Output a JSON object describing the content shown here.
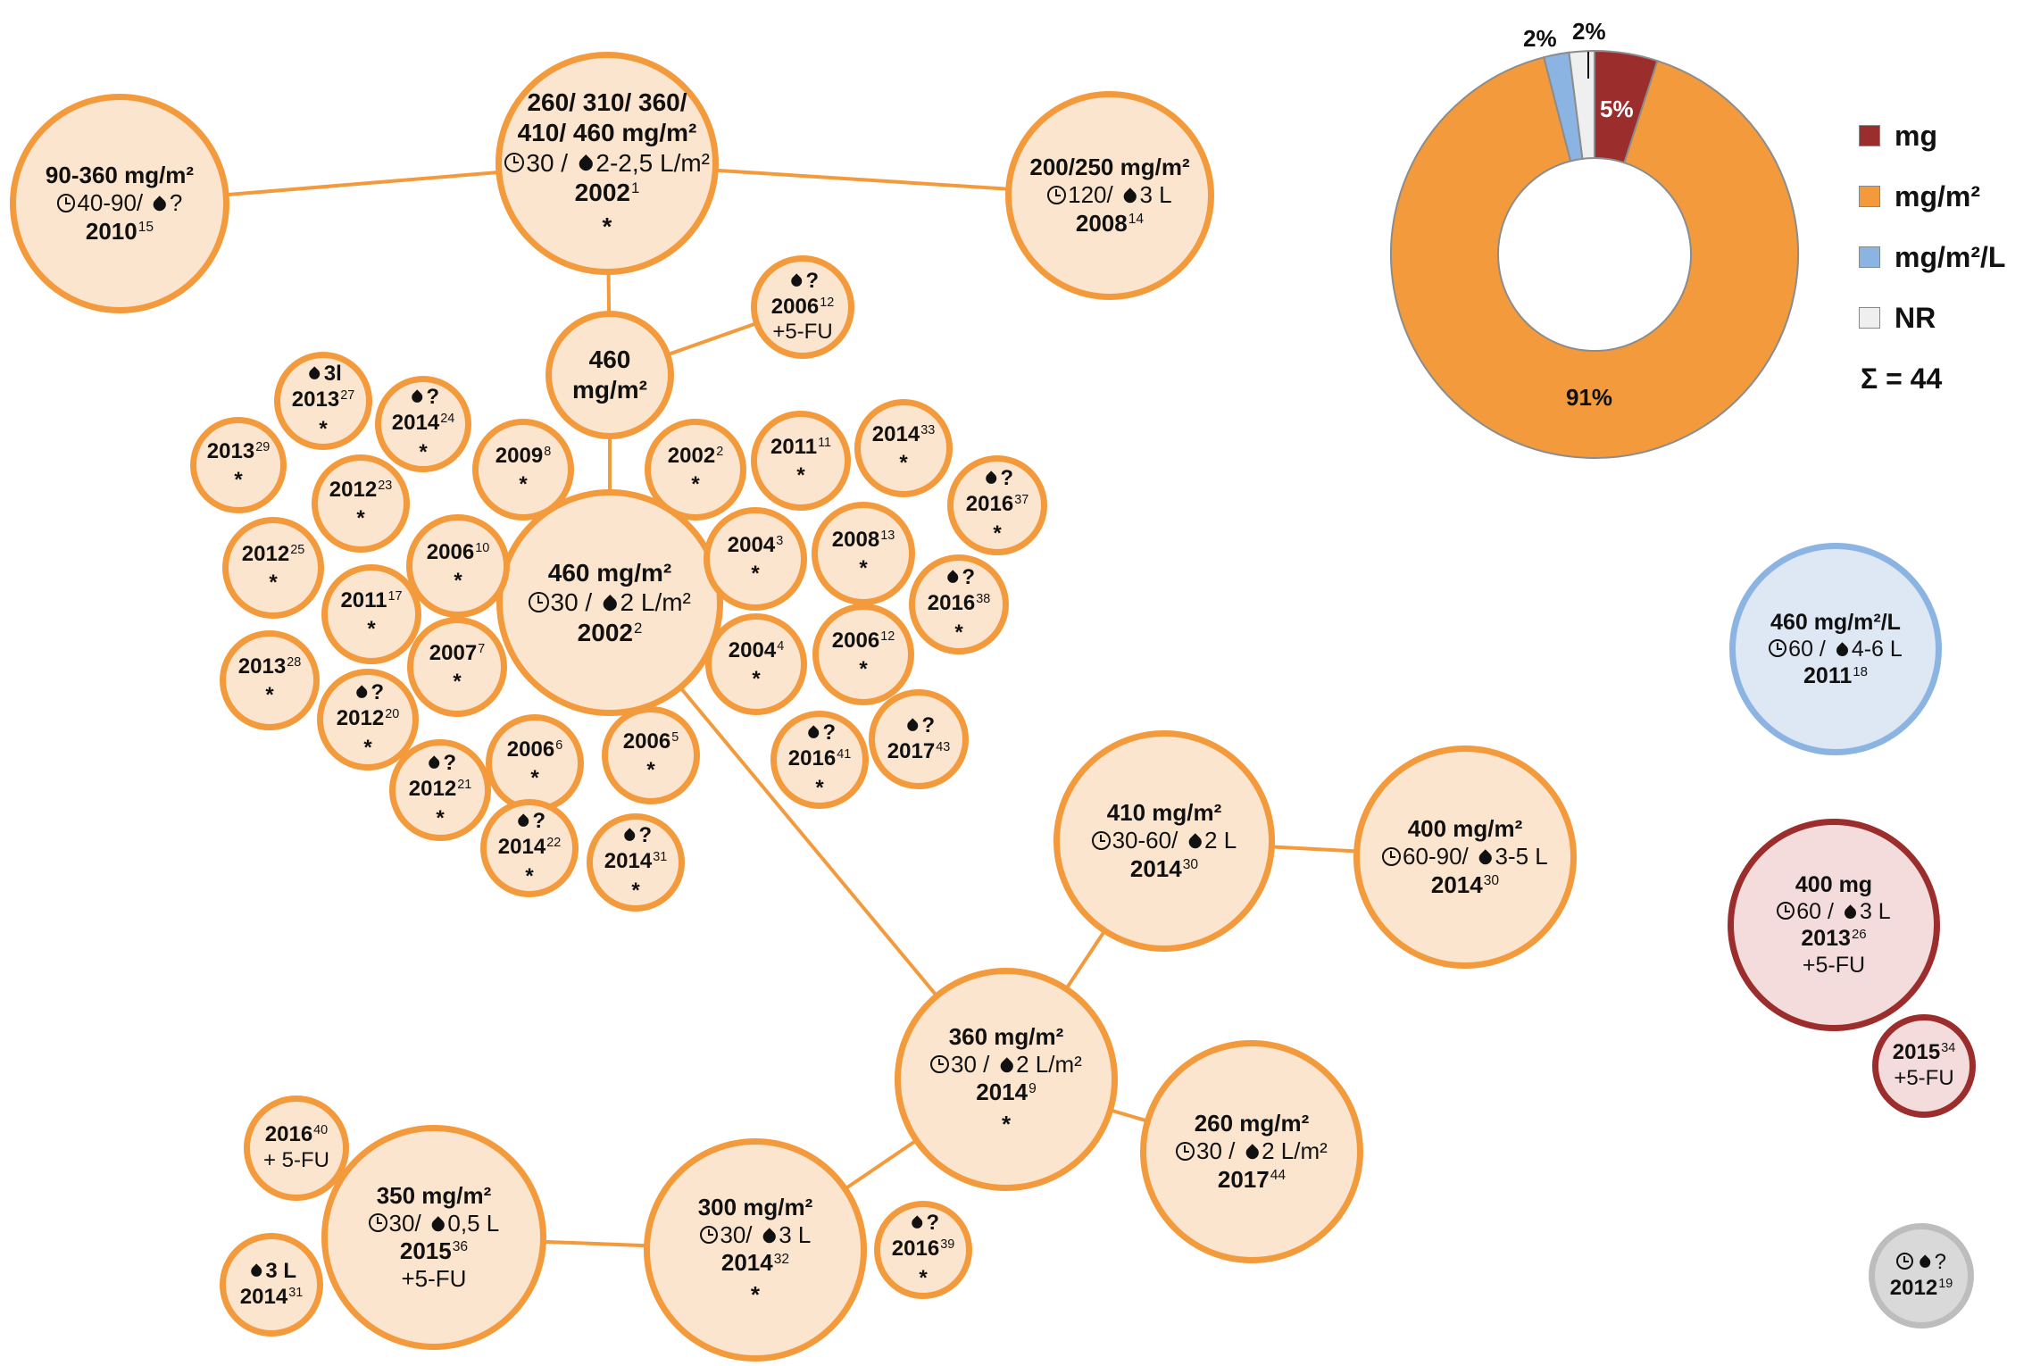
{
  "colors": {
    "mg": "#9b2d2d",
    "mgm2": "#f29a3c",
    "mgm2L": "#8cb4e2",
    "NR": "#efefef"
  },
  "icons": {
    "time": "clock-icon",
    "volume": "drop-icon"
  },
  "bubbles": [
    {
      "id": "b_top",
      "lines": [
        [
          "b",
          "260/ 310/ 360/"
        ],
        [
          "b",
          "410/ 460 mg/m²"
        ],
        [
          "",
          "",
          "t",
          "30 / ",
          "d",
          "2-2,5 L/m²"
        ],
        [
          "b",
          "2002",
          "1"
        ]
      ],
      "star": true
    },
    {
      "id": "b_left_top",
      "lines": [
        [
          "b",
          "90-360 mg/m²"
        ],
        [
          "",
          "",
          "t",
          "40-90/ ",
          "d",
          "?"
        ],
        [
          "b",
          "2010",
          "15"
        ]
      ],
      "star": false
    },
    {
      "id": "b_right_top",
      "lines": [
        [
          "b",
          "200/250 mg/m²"
        ],
        [
          "",
          "",
          "t",
          "120/ ",
          "d",
          "3 L"
        ],
        [
          "b",
          "2008",
          "14"
        ]
      ],
      "star": false
    },
    {
      "id": "b_2006_12a",
      "lines": [
        [
          "b",
          "",
          "d",
          "?"
        ],
        [
          "b",
          "2006",
          "12"
        ],
        [
          "",
          "+5-FU"
        ]
      ],
      "star": false
    },
    {
      "id": "b_460",
      "lines": [
        [
          "b",
          "460"
        ],
        [
          "b",
          "mg/m²"
        ]
      ],
      "star": false
    },
    {
      "id": "b_center",
      "lines": [
        [
          "b",
          "460 mg/m²"
        ],
        [
          "",
          "",
          "t",
          "30 / ",
          "d",
          "2 L/m²"
        ],
        [
          "b",
          "2002",
          "2"
        ]
      ],
      "star": false
    },
    {
      "id": "b_2013_27",
      "lines": [
        [
          "b",
          "",
          "d",
          "3l"
        ],
        [
          "b",
          "2013",
          "27"
        ]
      ],
      "star": true
    },
    {
      "id": "b_2014_24",
      "lines": [
        [
          "b",
          "",
          "d",
          "?"
        ],
        [
          "b",
          "2014",
          "24"
        ]
      ],
      "star": true
    },
    {
      "id": "b_2013_29",
      "lines": [
        [
          "b",
          "2013",
          "29"
        ]
      ],
      "star": true
    },
    {
      "id": "b_2012_23",
      "lines": [
        [
          "b",
          "2012",
          "23"
        ]
      ],
      "star": true
    },
    {
      "id": "b_2009_8",
      "lines": [
        [
          "b",
          "2009",
          "8"
        ]
      ],
      "star": true
    },
    {
      "id": "b_2012_25",
      "lines": [
        [
          "b",
          "2012",
          "25"
        ]
      ],
      "star": true
    },
    {
      "id": "b_2006_10",
      "lines": [
        [
          "b",
          "2006",
          "10"
        ]
      ],
      "star": true
    },
    {
      "id": "b_2011_17",
      "lines": [
        [
          "b",
          "2011",
          "17"
        ]
      ],
      "star": true
    },
    {
      "id": "b_2013_28",
      "lines": [
        [
          "b",
          "2013",
          "28"
        ]
      ],
      "star": true
    },
    {
      "id": "b_2012_20",
      "lines": [
        [
          "b",
          "",
          "d",
          "?"
        ],
        [
          "b",
          "2012",
          "20"
        ]
      ],
      "star": true
    },
    {
      "id": "b_2007_7",
      "lines": [
        [
          "b",
          "2007",
          "7"
        ]
      ],
      "star": true
    },
    {
      "id": "b_2012_21",
      "lines": [
        [
          "b",
          "",
          "d",
          "?"
        ],
        [
          "b",
          "2012",
          "21"
        ]
      ],
      "star": true
    },
    {
      "id": "b_2006_6",
      "lines": [
        [
          "b",
          "2006",
          "6"
        ]
      ],
      "star": true
    },
    {
      "id": "b_2006_5",
      "lines": [
        [
          "b",
          "2006",
          "5"
        ]
      ],
      "star": true
    },
    {
      "id": "b_2014_22",
      "lines": [
        [
          "b",
          "",
          "d",
          "?"
        ],
        [
          "b",
          "2014",
          "22"
        ]
      ],
      "star": true
    },
    {
      "id": "b_2014_31a",
      "lines": [
        [
          "b",
          "",
          "d",
          "?"
        ],
        [
          "b",
          "2014",
          "31"
        ]
      ],
      "star": true
    },
    {
      "id": "b_2002_2s",
      "lines": [
        [
          "b",
          "2002",
          "2"
        ]
      ],
      "star": true
    },
    {
      "id": "b_2011_11",
      "lines": [
        [
          "b",
          "2011",
          "11"
        ]
      ],
      "star": true
    },
    {
      "id": "b_2014_33",
      "lines": [
        [
          "b",
          "2014",
          "33"
        ]
      ],
      "star": true
    },
    {
      "id": "b_2016_37",
      "lines": [
        [
          "b",
          "",
          "d",
          "?"
        ],
        [
          "b",
          "2016",
          "37"
        ]
      ],
      "star": true
    },
    {
      "id": "b_2004_3",
      "lines": [
        [
          "b",
          "2004",
          "3"
        ]
      ],
      "star": true
    },
    {
      "id": "b_2008_13",
      "lines": [
        [
          "b",
          "2008",
          "13"
        ]
      ],
      "star": true
    },
    {
      "id": "b_2016_38",
      "lines": [
        [
          "b",
          "",
          "d",
          "?"
        ],
        [
          "b",
          "2016",
          "38"
        ]
      ],
      "star": true
    },
    {
      "id": "b_2004_4",
      "lines": [
        [
          "b",
          "2004",
          "4"
        ]
      ],
      "star": true
    },
    {
      "id": "b_2006_12b",
      "lines": [
        [
          "b",
          "2006",
          "12"
        ]
      ],
      "star": true
    },
    {
      "id": "b_2016_41",
      "lines": [
        [
          "b",
          "",
          "d",
          "?"
        ],
        [
          "b",
          "2016",
          "41"
        ]
      ],
      "star": true
    },
    {
      "id": "b_2017_43",
      "lines": [
        [
          "b",
          "",
          "d",
          "?"
        ],
        [
          "b",
          "2017",
          "43"
        ]
      ],
      "star": false
    },
    {
      "id": "b_410",
      "lines": [
        [
          "b",
          "410 mg/m²"
        ],
        [
          "",
          "",
          "t",
          "30-60/ ",
          "d",
          "2 L"
        ],
        [
          "b",
          "2014",
          "30"
        ]
      ],
      "star": false
    },
    {
      "id": "b_400a",
      "lines": [
        [
          "b",
          "400 mg/m²"
        ],
        [
          "",
          "",
          "t",
          "60-90/ ",
          "d",
          "3-5 L"
        ],
        [
          "b",
          "2014",
          "30"
        ]
      ],
      "star": false
    },
    {
      "id": "b_360",
      "lines": [
        [
          "b",
          "360 mg/m²"
        ],
        [
          "",
          "",
          "t",
          "30 / ",
          "d",
          "2 L/m²"
        ],
        [
          "b",
          "2014",
          "9"
        ]
      ],
      "star": true
    },
    {
      "id": "b_260",
      "lines": [
        [
          "b",
          "260 mg/m²"
        ],
        [
          "",
          "",
          "t",
          "30 / ",
          "d",
          "2 L/m²"
        ],
        [
          "b",
          "2017",
          "44"
        ]
      ],
      "star": false
    },
    {
      "id": "b_300",
      "lines": [
        [
          "b",
          "300 mg/m²"
        ],
        [
          "",
          "",
          "t",
          "30/ ",
          "d",
          "3 L"
        ],
        [
          "b",
          "2014",
          "32"
        ]
      ],
      "star": true
    },
    {
      "id": "b_2016_39",
      "lines": [
        [
          "b",
          "",
          "d",
          "?"
        ],
        [
          "b",
          "2016",
          "39"
        ]
      ],
      "star": true
    },
    {
      "id": "b_350",
      "lines": [
        [
          "b",
          "350 mg/m²"
        ],
        [
          "",
          "",
          "t",
          "30/ ",
          "d",
          "0,5 L"
        ],
        [
          "b",
          "2015",
          "36"
        ],
        [
          "",
          "+5-FU"
        ]
      ],
      "star": false
    },
    {
      "id": "b_2016_40",
      "lines": [
        [
          "b",
          "2016",
          "40"
        ],
        [
          "",
          "+ 5-FU"
        ]
      ],
      "star": false
    },
    {
      "id": "b_2014_31b",
      "lines": [
        [
          "b",
          "",
          "d",
          "3 L"
        ],
        [
          "b",
          "2014",
          "31"
        ]
      ],
      "star": false
    },
    {
      "id": "b_blue",
      "lines": [
        [
          "b",
          "460 mg/m²/L"
        ],
        [
          "",
          "",
          "t",
          "60 / ",
          "d",
          "4-6 L"
        ],
        [
          "b",
          "2011",
          "18"
        ]
      ],
      "star": false
    },
    {
      "id": "b_red",
      "lines": [
        [
          "b",
          "400 mg"
        ],
        [
          "",
          "",
          "t",
          "60 / ",
          "d",
          "3 L"
        ],
        [
          "b",
          "2013",
          "26"
        ],
        [
          "",
          "+5-FU"
        ]
      ],
      "star": false
    },
    {
      "id": "b_red_small",
      "lines": [
        [
          "b",
          "2015",
          "34"
        ],
        [
          "",
          "+5-FU"
        ]
      ],
      "star": false
    },
    {
      "id": "b_grey",
      "lines": [
        [
          "",
          "",
          "t",
          "",
          "d",
          "?"
        ],
        [
          "b",
          "2012",
          "19"
        ]
      ],
      "star": false
    }
  ],
  "pie": {
    "slices": [
      {
        "key": "mg",
        "label": "5%",
        "value": 5
      },
      {
        "key": "mgm2",
        "label": "91%",
        "value": 91
      },
      {
        "key": "mgm2L",
        "label": "2%",
        "value": 2
      },
      {
        "key": "NR",
        "label": "2%",
        "value": 2
      }
    ]
  },
  "legend": {
    "items": [
      {
        "key": "mg",
        "label": "mg"
      },
      {
        "key": "mgm2",
        "label": "mg/m²"
      },
      {
        "key": "mgm2L",
        "label": "mg/m²/L"
      },
      {
        "key": "NR",
        "label": "NR"
      }
    ],
    "total": "Σ = 44"
  }
}
